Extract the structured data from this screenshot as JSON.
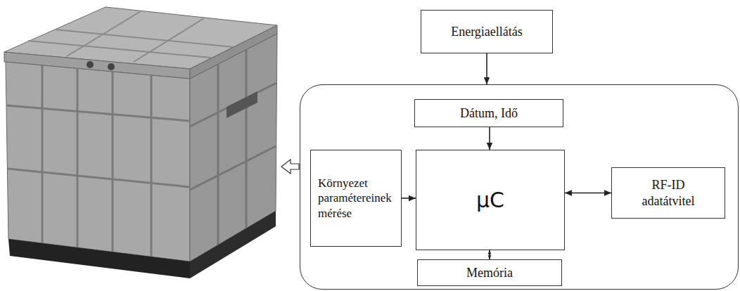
{
  "diagram": {
    "nodes": [
      {
        "text": [
          "Energiaellátás"
        ]
      },
      {
        "text": []
      },
      {
        "text": [
          "Dátum, Idő"
        ],
        "in": 1
      },
      {
        "text": [
          "Környezet paramétereinek mérése"
        ],
        "in": 1
      },
      {
        "text": [
          "μC"
        ],
        "in": 1
      },
      {
        "text": [
          "RF-ID adatátvitel"
        ],
        "in": 1
      },
      {
        "text": [
          "Memória"
        ],
        "in": 1
      }
    ],
    "edges": [
      {
        "from": 0,
        "to": 1,
        "arrow": "to"
      },
      {
        "from": 2,
        "to": 4,
        "arrow": "to"
      },
      {
        "from": 3,
        "to": 4,
        "arrow": "to"
      },
      {
        "from": 4,
        "to": 5,
        "arrow": "both"
      },
      {
        "from": 4,
        "to": 6,
        "arrow": "both"
      }
    ]
  }
}
